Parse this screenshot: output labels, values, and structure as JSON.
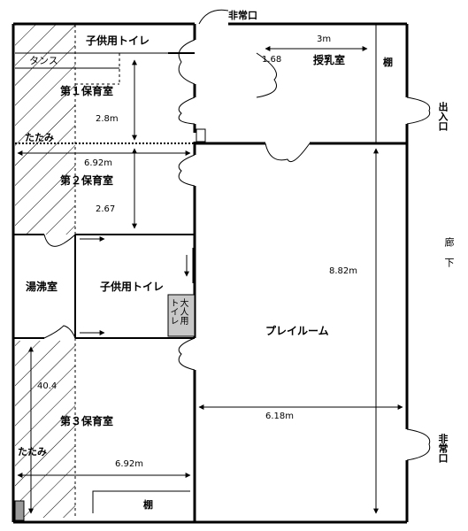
{
  "rooms": {
    "kids_toilet_top": "子供用トイレ",
    "wardrobe": "タンス",
    "nursery1": "第１保育室",
    "nursery2": "第２保育室",
    "nursery3": "第３保育室",
    "boiler": "湯沸室",
    "kids_toilet_mid": "子供用トイレ",
    "adult_toilet_col1": "大人用",
    "adult_toilet_col2": "トイレ",
    "nursing": "授乳室",
    "playroom": "プレイルーム",
    "shelf_top": "棚",
    "shelf_bottom": "棚"
  },
  "exits": {
    "emergency_top": "非常口",
    "entrance": "出入口",
    "emergency_right": "非常口",
    "corridor": "廊下"
  },
  "tatami": [
    "たたみ",
    "たたみ"
  ],
  "dimensions": {
    "nursing_w": "3m",
    "nursing_h": "1.68",
    "nursery1_h": "2.8m",
    "nursery_w": "6.92m",
    "nursery2_h": "2.67",
    "play_h": "8.82m",
    "play_w": "6.18m",
    "nursery3_h": "40.4",
    "nursery3_w": "6.92m"
  }
}
